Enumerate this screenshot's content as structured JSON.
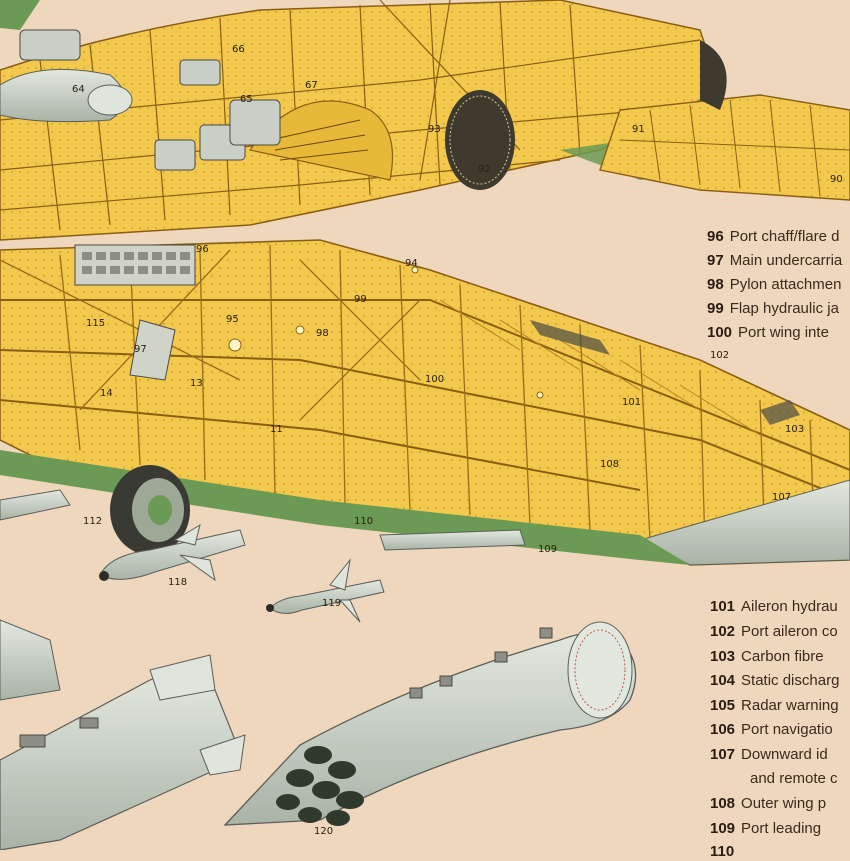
{
  "palette": {
    "paper": "#efd7bd",
    "frame_yellow": "#f2c94c",
    "frame_dark": "#b9851f",
    "skin_green": "#6a9a54",
    "metal_grey": "#c9cfc6",
    "tyre_dark": "#3a3a34"
  },
  "callouts": {
    "c64": "64",
    "c65": "65",
    "c66": "66",
    "c67": "67",
    "c91": "91",
    "c92": "92",
    "c93": "93",
    "c94": "94",
    "c96": "96",
    "c98": "98",
    "c99": "99",
    "c100": "100",
    "c101": "101",
    "c102": "102",
    "c103": "103",
    "c107": "107",
    "c108": "108",
    "c109": "109",
    "c110": "110",
    "c11": "11",
    "c112": "112",
    "c13": "13",
    "c14": "14",
    "c115": "115",
    "c118": "118",
    "c119": "119",
    "c120": "120",
    "c90": "90",
    "c97": "97",
    "c95": "95"
  },
  "legend_top": [
    {
      "num": "96",
      "text": "Port chaff/flare d"
    },
    {
      "num": "97",
      "text": "Main undercarria"
    },
    {
      "num": "98",
      "text": "Pylon attachmen"
    },
    {
      "num": "99",
      "text": "Flap hydraulic ja"
    },
    {
      "num": "100",
      "text": "Port wing inte"
    }
  ],
  "legend_bottom": [
    {
      "num": "101",
      "text": "Aileron hydrau"
    },
    {
      "num": "102",
      "text": "Port aileron co"
    },
    {
      "num": "103",
      "text": "Carbon fibre"
    },
    {
      "num": "104",
      "text": "Static discharg"
    },
    {
      "num": "105",
      "text": "Radar warning"
    },
    {
      "num": "106",
      "text": "Port navigatio"
    },
    {
      "num": "107",
      "text": "Downward id"
    },
    {
      "num": "",
      "text": "and remote c"
    },
    {
      "num": "108",
      "text": "Outer wing p"
    },
    {
      "num": "109",
      "text": "Port leading"
    },
    {
      "num": "110",
      "text": ""
    }
  ]
}
